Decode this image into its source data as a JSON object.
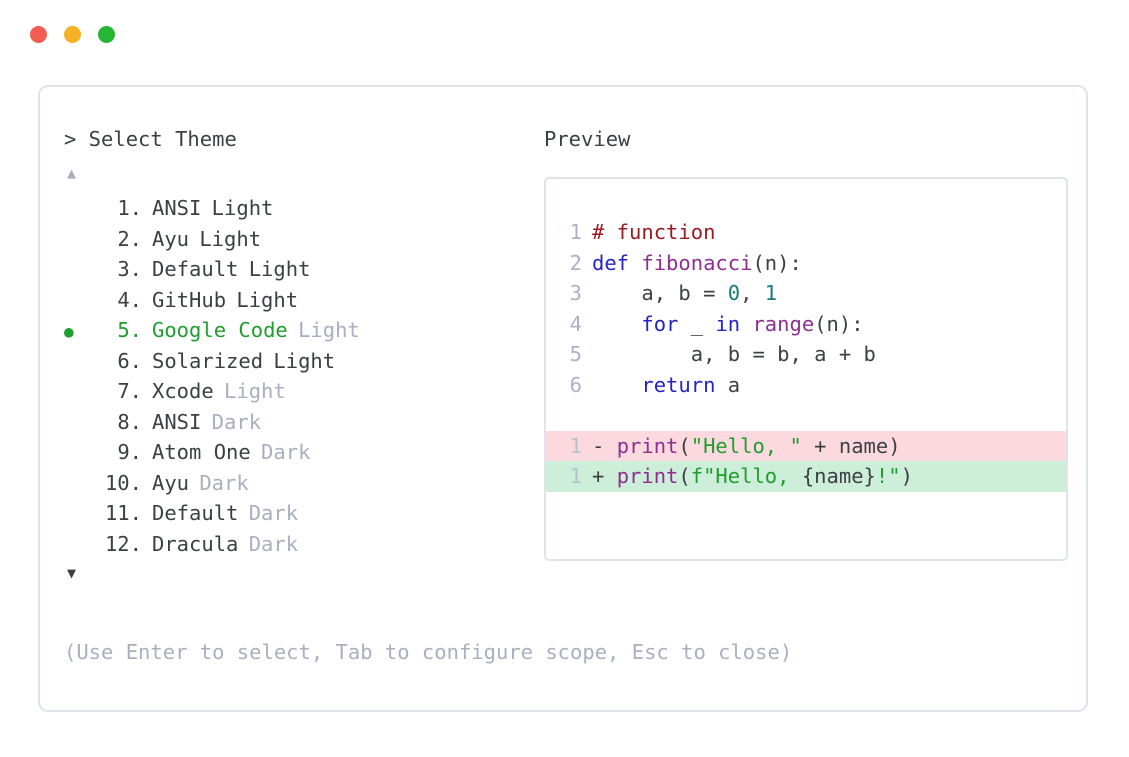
{
  "window": {
    "dots": [
      {
        "name": "close-dot",
        "color": "#f45b51"
      },
      {
        "name": "minimize-dot",
        "color": "#f6b224"
      },
      {
        "name": "maximize-dot",
        "color": "#26b636"
      }
    ]
  },
  "prompt": {
    "marker": ">",
    "title": "Select Theme",
    "heading": "> Select Theme",
    "scroll_up_icon": "▲",
    "scroll_down_icon": "▼",
    "bullet_icon": "●"
  },
  "preview": {
    "heading": "Preview"
  },
  "themes": [
    {
      "num": "1.",
      "name": "ANSI",
      "variant": "Light",
      "selected": false,
      "dim_variant": false
    },
    {
      "num": "2.",
      "name": "Ayu",
      "variant": "Light",
      "selected": false,
      "dim_variant": false
    },
    {
      "num": "3.",
      "name": "Default",
      "variant": "Light",
      "selected": false,
      "dim_variant": false
    },
    {
      "num": "4.",
      "name": "GitHub",
      "variant": "Light",
      "selected": false,
      "dim_variant": false
    },
    {
      "num": "5.",
      "name": "Google Code",
      "variant": "Light",
      "selected": true,
      "dim_variant": true
    },
    {
      "num": "6.",
      "name": "Solarized",
      "variant": "Light",
      "selected": false,
      "dim_variant": false
    },
    {
      "num": "7.",
      "name": "Xcode",
      "variant": "Light",
      "selected": false,
      "dim_variant": true
    },
    {
      "num": "8.",
      "name": "ANSI",
      "variant": "Dark",
      "selected": false,
      "dim_variant": true
    },
    {
      "num": "9.",
      "name": "Atom One",
      "variant": "Dark",
      "selected": false,
      "dim_variant": true
    },
    {
      "num": "10.",
      "name": "Ayu",
      "variant": "Dark",
      "selected": false,
      "dim_variant": true
    },
    {
      "num": "11.",
      "name": "Default",
      "variant": "Dark",
      "selected": false,
      "dim_variant": true
    },
    {
      "num": "12.",
      "name": "Dracula",
      "variant": "Dark",
      "selected": false,
      "dim_variant": true
    }
  ],
  "code": {
    "lines": [
      {
        "ln": "1",
        "kind": "normal",
        "tokens": [
          {
            "t": "# function",
            "c": "t-comment"
          }
        ]
      },
      {
        "ln": "2",
        "kind": "normal",
        "tokens": [
          {
            "t": "def ",
            "c": "t-kw"
          },
          {
            "t": "fibonacci",
            "c": "t-fn"
          },
          {
            "t": "(n):",
            "c": "t-plain"
          }
        ]
      },
      {
        "ln": "3",
        "kind": "normal",
        "tokens": [
          {
            "t": "    a, b = ",
            "c": "t-plain"
          },
          {
            "t": "0",
            "c": "t-num"
          },
          {
            "t": ", ",
            "c": "t-plain"
          },
          {
            "t": "1",
            "c": "t-num"
          }
        ]
      },
      {
        "ln": "4",
        "kind": "normal",
        "tokens": [
          {
            "t": "    ",
            "c": "t-plain"
          },
          {
            "t": "for",
            "c": "t-kw"
          },
          {
            "t": " _ ",
            "c": "t-plain"
          },
          {
            "t": "in",
            "c": "t-kw"
          },
          {
            "t": " ",
            "c": "t-plain"
          },
          {
            "t": "range",
            "c": "t-fn"
          },
          {
            "t": "(n):",
            "c": "t-plain"
          }
        ]
      },
      {
        "ln": "5",
        "kind": "normal",
        "tokens": [
          {
            "t": "        a, b = b, a + b",
            "c": "t-plain"
          }
        ]
      },
      {
        "ln": "6",
        "kind": "normal",
        "tokens": [
          {
            "t": "    ",
            "c": "t-plain"
          },
          {
            "t": "return",
            "c": "t-kw"
          },
          {
            "t": " a",
            "c": "t-plain"
          }
        ]
      },
      {
        "ln": "",
        "kind": "blank",
        "tokens": []
      },
      {
        "ln": "1",
        "kind": "del",
        "tokens": [
          {
            "t": "- ",
            "c": "t-marker"
          },
          {
            "t": "print",
            "c": "t-fn"
          },
          {
            "t": "(",
            "c": "t-plain"
          },
          {
            "t": "\"Hello, \"",
            "c": "t-str"
          },
          {
            "t": " + name)",
            "c": "t-plain"
          }
        ]
      },
      {
        "ln": "1",
        "kind": "add",
        "tokens": [
          {
            "t": "+ ",
            "c": "t-marker"
          },
          {
            "t": "print",
            "c": "t-fn"
          },
          {
            "t": "(",
            "c": "t-plain"
          },
          {
            "t": "f\"Hello, ",
            "c": "t-str"
          },
          {
            "t": "{name}",
            "c": "t-plain"
          },
          {
            "t": "!\"",
            "c": "t-str"
          },
          {
            "t": ")",
            "c": "t-plain"
          }
        ]
      }
    ]
  },
  "footer": {
    "hint": "(Use Enter to select, Tab to configure scope, Esc to close)"
  },
  "colors": {
    "accent_green": "#1f9d2e",
    "muted": "#a8b0bf",
    "text": "#3c3f44",
    "border": "#dfe3eb",
    "diff_del_bg": "#fbd9de",
    "diff_add_bg": "#cdeed8"
  }
}
